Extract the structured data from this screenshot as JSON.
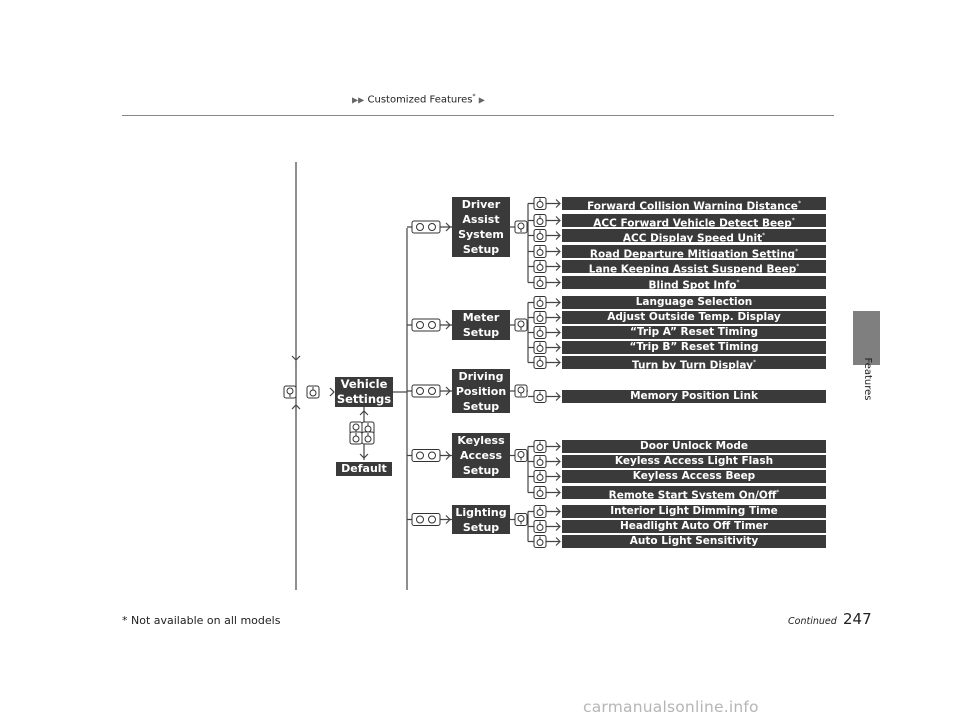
{
  "header": {
    "breadcrumb": "Customized Features",
    "footnote_mark": "*"
  },
  "side_tab": {
    "label": "Features"
  },
  "root": {
    "label": "Vehicle\nSettings",
    "default_label": "Default"
  },
  "groups": [
    {
      "label": "Driver\nAssist\nSystem\nSetup",
      "items": [
        {
          "label": "Forward Collision Warning Distance",
          "mark": "*"
        },
        {
          "label": "ACC Forward Vehicle Detect Beep",
          "mark": "*"
        },
        {
          "label": "ACC Display Speed Unit",
          "mark": "*"
        },
        {
          "label": "Road Departure Mitigation Setting",
          "mark": "*"
        },
        {
          "label": "Lane Keeping Assist Suspend Beep",
          "mark": "*"
        },
        {
          "label": "Blind Spot Info",
          "mark": "*"
        }
      ]
    },
    {
      "label": "Meter\nSetup",
      "items": [
        {
          "label": "Language Selection",
          "mark": ""
        },
        {
          "label": "Adjust Outside Temp. Display",
          "mark": ""
        },
        {
          "label": "“Trip A” Reset Timing",
          "mark": ""
        },
        {
          "label": "“Trip B” Reset Timing",
          "mark": ""
        },
        {
          "label": "Turn by Turn Display",
          "mark": "*"
        }
      ]
    },
    {
      "label": "Driving\nPosition\nSetup",
      "items": [
        {
          "label": "Memory Position Link",
          "mark": ""
        }
      ]
    },
    {
      "label": "Keyless\nAccess\nSetup",
      "items": [
        {
          "label": "Door Unlock Mode",
          "mark": ""
        },
        {
          "label": "Keyless Access Light Flash",
          "mark": ""
        },
        {
          "label": "Keyless Access Beep",
          "mark": ""
        },
        {
          "label": "Remote Start System On/Off",
          "mark": "*"
        }
      ]
    },
    {
      "label": "Lighting\nSetup",
      "items": [
        {
          "label": "Interior Light Dimming Time",
          "mark": ""
        },
        {
          "label": "Headlight Auto Off Timer",
          "mark": ""
        },
        {
          "label": "Auto Light Sensitivity",
          "mark": ""
        }
      ]
    }
  ],
  "footer": {
    "note": "* Not available on all models",
    "continued": "Continued",
    "page_number": "247"
  },
  "watermark": "carmanualsonline.info",
  "colors": {
    "box_fill": "#3a3a3a",
    "box_text": "#ffffff",
    "side_tab": "#7f7f7f",
    "line": "#444444"
  }
}
